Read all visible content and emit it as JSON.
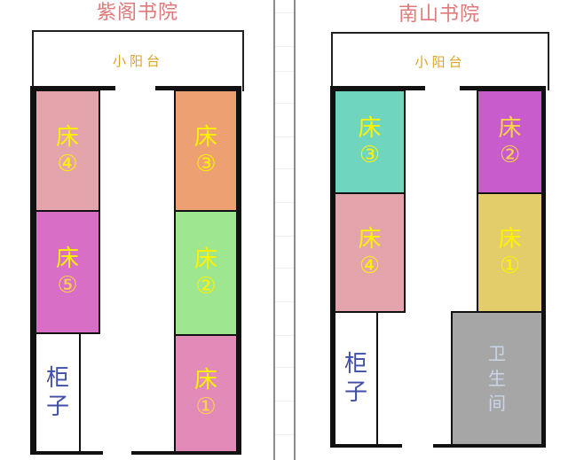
{
  "colors": {
    "title": "#e07a7a",
    "balcony_label": "#d9a42a",
    "bed_text": "#fff200",
    "wall": "#111111",
    "cabinet_text": "#3f4ea8",
    "wc_text": "#c8d6e8"
  },
  "left": {
    "title": "紫阁书院",
    "balcony": "小阳台",
    "beds": [
      {
        "label": "床",
        "num": "④",
        "color": "#e3a4ac"
      },
      {
        "label": "床",
        "num": "⑤",
        "color": "#d96ec6"
      },
      {
        "label": "床",
        "num": "③",
        "color": "#eda173"
      },
      {
        "label": "床",
        "num": "②",
        "color": "#9ee690"
      },
      {
        "label": "床",
        "num": "①",
        "color": "#e28bb8"
      }
    ],
    "cabinet": {
      "c1": "柜",
      "c2": "子"
    }
  },
  "right": {
    "title": "南山书院",
    "balcony": "小阳台",
    "beds": [
      {
        "label": "床",
        "num": "③",
        "color": "#6fd5bf"
      },
      {
        "label": "床",
        "num": "④",
        "color": "#e3a4ac"
      },
      {
        "label": "床",
        "num": "②",
        "color": "#c95ccd"
      },
      {
        "label": "床",
        "num": "①",
        "color": "#e3cc6a"
      }
    ],
    "cabinet": {
      "c1": "柜",
      "c2": "子"
    },
    "bathroom": {
      "c1": "卫",
      "c2": "生",
      "c3": "间",
      "color": "#a6a6a6"
    }
  }
}
